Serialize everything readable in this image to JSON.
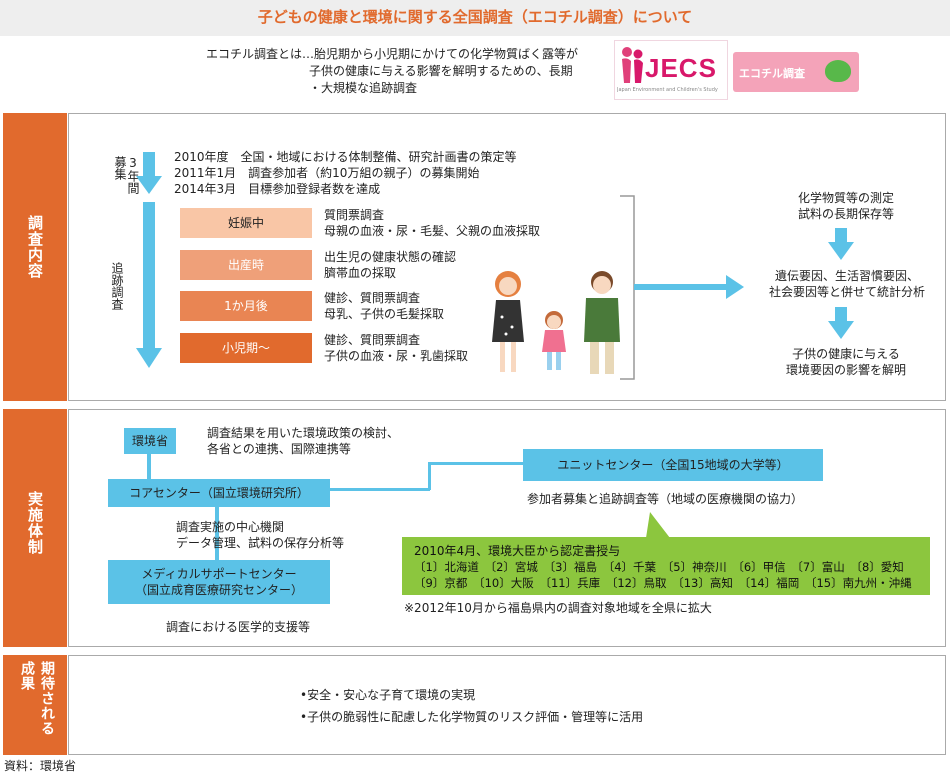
{
  "header": {
    "title": "子どもの健康と環境に関する全国調査（エコチル調査）について"
  },
  "intro": {
    "lines": [
      "エコチル調査とは…胎児期から小児期にかけての化学物質ばく露等が",
      "子供の健康に与える影響を解明するための、長期",
      "・大規模な追跡調査"
    ]
  },
  "logos": {
    "jecs": "JECS",
    "jecs_sub": "Japan Environment and Children's Study",
    "ecochil": "エコチル調査"
  },
  "section1": {
    "label": "調査内容",
    "recruit_label": "3年間募集",
    "followup_label": "追跡調査",
    "timeline": [
      "2010年度　全国・地域における体制整備、研究計画書の策定等",
      "2011年1月　調査参加者（約10万組の親子）の募集開始",
      "2014年3月　目標参加登録者数を達成"
    ],
    "stages": [
      {
        "label": "妊娠中",
        "color": "#f9c6a6",
        "desc": [
          "質問票調査",
          "母親の血液・尿・毛髪、父親の血液採取"
        ]
      },
      {
        "label": "出産時",
        "color": "#efa079",
        "desc": [
          "出生児の健康状態の確認",
          "臍帯血の採取"
        ]
      },
      {
        "label": "1か月後",
        "color": "#e98553",
        "desc": [
          "健診、質問票調査",
          "母乳、子供の毛髪採取"
        ]
      },
      {
        "label": "小児期～",
        "color": "#e16a2d",
        "desc": [
          "健診、質問票調査",
          "子供の血液・尿・乳歯採取"
        ]
      }
    ],
    "right_steps": [
      [
        "化学物質等の測定",
        "試料の長期保存等"
      ],
      [
        "遺伝要因、生活習慣要因、",
        "社会要因等と併せて統計分析"
      ],
      [
        "子供の健康に与える",
        "環境要因の影響を解明"
      ]
    ]
  },
  "section2": {
    "label": "実施体制",
    "ministry": "環境省",
    "ministry_desc": [
      "調査結果を用いた環境政策の検討、",
      "各省との連携、国際連携等"
    ],
    "core": "コアセンター（国立環境研究所）",
    "core_desc": [
      "調査実施の中心機関",
      "データ管理、試料の保存分析等"
    ],
    "medical": [
      "メディカルサポートセンター",
      "（国立成育医療研究センター）"
    ],
    "medical_desc": "調査における医学的支援等",
    "unit": "ユニットセンター（全国15地域の大学等）",
    "unit_desc": "参加者募集と追跡調査等（地域の医療機関の協力）",
    "green": [
      "2010年4月、環境大臣から認定書授与",
      "〔1〕北海道　〔2〕宮城　〔3〕福島　〔4〕千葉　〔5〕神奈川　〔6〕甲信　〔7〕富山　〔8〕愛知",
      "〔9〕京都　〔10〕大阪　〔11〕兵庫　〔12〕鳥取　〔13〕高知　〔14〕福岡　〔15〕南九州・沖縄"
    ],
    "note": "※2012年10月から福島県内の調査対象地域を全県に拡大"
  },
  "section3": {
    "label": "期待される成果",
    "items": [
      "•安全・安心な子育て環境の実現",
      "•子供の脆弱性に配慮した化学物質のリスク評価・管理等に活用"
    ]
  },
  "source": "資料：環境省"
}
